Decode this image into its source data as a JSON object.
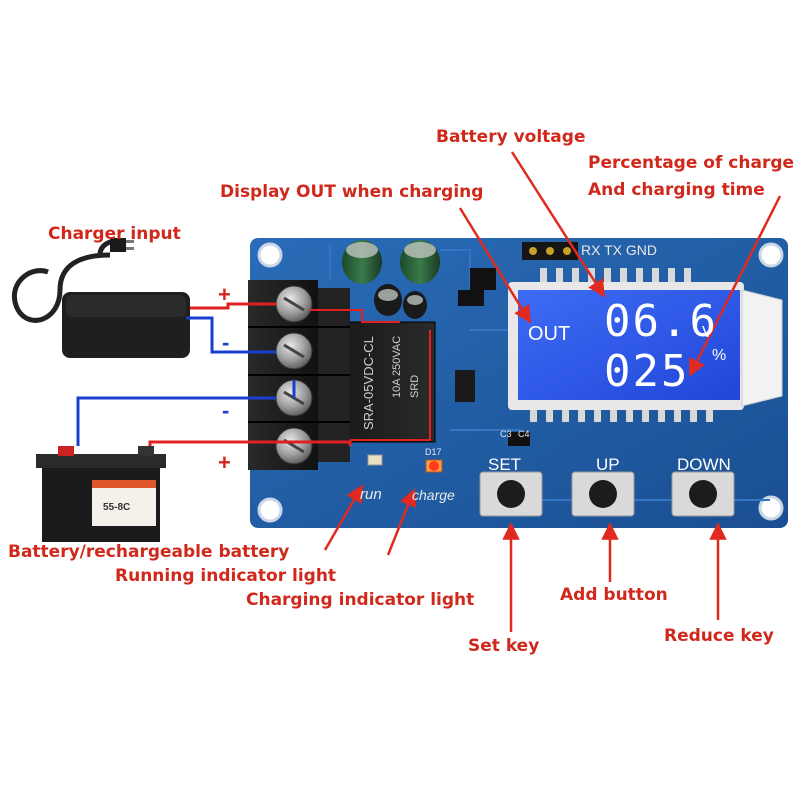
{
  "callouts": {
    "battery_voltage": "Battery voltage",
    "percentage_of_charge": "Percentage of charge",
    "charging_time": "And charging time",
    "display_out": "Display OUT when charging",
    "charger_input": "Charger input",
    "battery": "Battery/rechargeable battery",
    "running_light": "Running indicator light",
    "charging_light": "Charging indicator light",
    "set_key": "Set key",
    "add_button": "Add button",
    "reduce_key": "Reduce key"
  },
  "lcd": {
    "out_label": "OUT",
    "voltage_value": "06.6",
    "voltage_unit": "V",
    "percent_value": "025",
    "percent_unit": "%"
  },
  "board": {
    "header_label": "RX TX GND",
    "set_label": "SET",
    "up_label": "UP",
    "down_label": "DOWN",
    "run_label": "run",
    "charge_label": "charge",
    "relay_model": "SRA-05VDC-CL",
    "relay_brand": "SRD",
    "relay_rating": "10A 250VAC",
    "led_ref": "D17",
    "cap_ref1": "C3",
    "cap_ref2": "C4",
    "battery_label": "55-8C"
  },
  "terminals": {
    "plus_top": "+",
    "minus_top": "-",
    "minus_bottom": "-",
    "plus_bottom": "+"
  },
  "colors": {
    "callout_red": "#d0291c",
    "pcb_blue": "#1f5fa8",
    "lcd_blue": "#2f5ee8",
    "wire_red": "#e22020",
    "wire_blue": "#1a3fd0"
  }
}
